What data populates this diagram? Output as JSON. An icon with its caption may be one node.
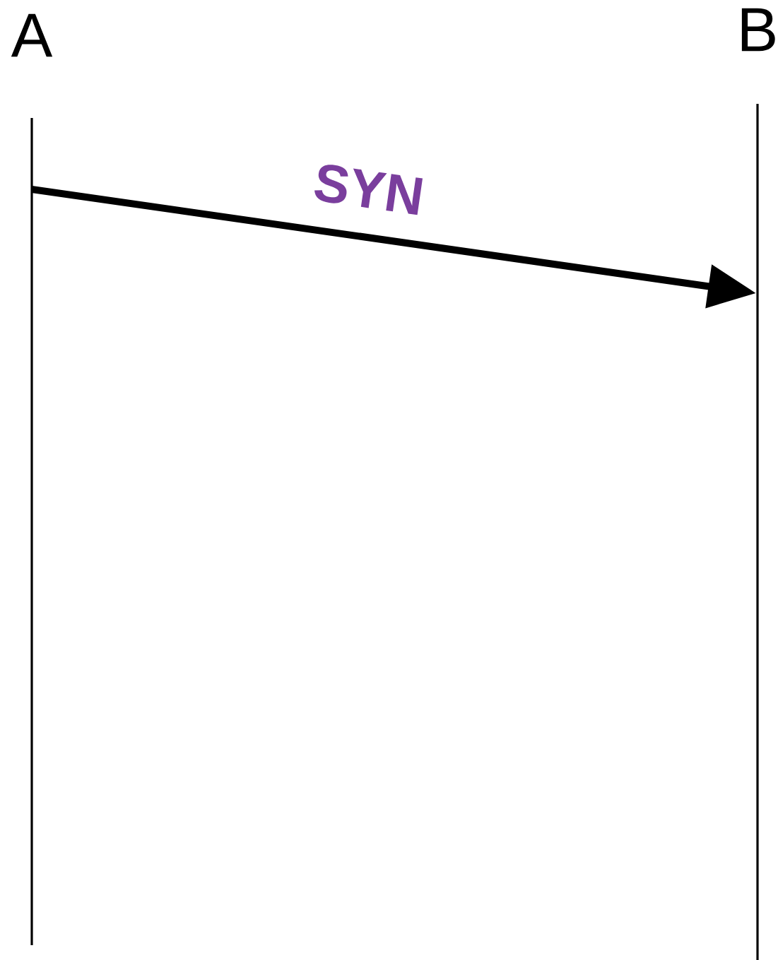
{
  "diagram": {
    "nodes": [
      {
        "text": [
          "A"
        ]
      },
      {
        "text": [
          "B"
        ]
      }
    ],
    "edges": [
      {
        "from": 0,
        "to": 1,
        "arrow": "to",
        "label": "SYN"
      }
    ]
  }
}
